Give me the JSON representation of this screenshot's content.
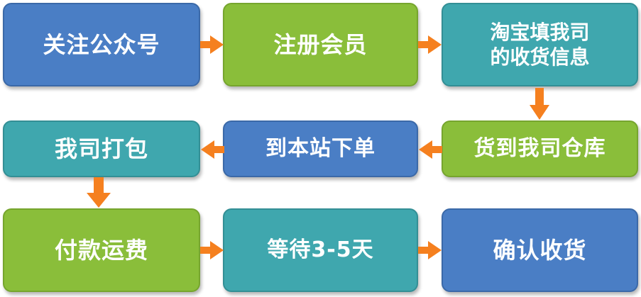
{
  "colors": {
    "blue": "#4a7ec5",
    "green": "#8abe3a",
    "teal": "#3fa7ae",
    "arrow": "#f5801f"
  },
  "steps": [
    {
      "id": 1,
      "label": "关注公众号"
    },
    {
      "id": 2,
      "label": "注册会员"
    },
    {
      "id": 3,
      "label_line1": "淘宝填我司",
      "label_line2": "的收货信息"
    },
    {
      "id": 4,
      "label": "货到我司仓库"
    },
    {
      "id": 5,
      "label": "到本站下单"
    },
    {
      "id": 6,
      "label": "我司打包"
    },
    {
      "id": 7,
      "label": "付款运费"
    },
    {
      "id": 8,
      "label": "等待3-5天"
    },
    {
      "id": 9,
      "label": "确认收货"
    }
  ]
}
